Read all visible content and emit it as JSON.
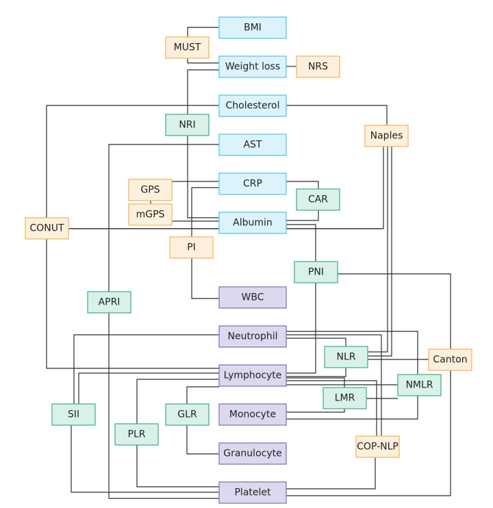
{
  "palette": {
    "raw_indicator": {
      "fill": "#ddf3fb",
      "stroke": "#5bc6e8"
    },
    "blood_cell": {
      "fill": "#dcd9ee",
      "stroke": "#8277b8"
    },
    "nutritional_score": {
      "fill": "#fdf0dc",
      "stroke": "#efb866"
    },
    "ratio_index": {
      "fill": "#daf1e9",
      "stroke": "#45b38f"
    },
    "line": "#2b2b2b"
  },
  "nodes": [
    {
      "id": "bmi",
      "label": "BMI",
      "kind": "raw_indicator"
    },
    {
      "id": "must",
      "label": "MUST",
      "kind": "nutritional_score"
    },
    {
      "id": "weight-loss",
      "label": "Weight loss",
      "kind": "raw_indicator"
    },
    {
      "id": "nrs",
      "label": "NRS",
      "kind": "nutritional_score"
    },
    {
      "id": "cholesterol",
      "label": "Cholesterol",
      "kind": "raw_indicator"
    },
    {
      "id": "nri",
      "label": "NRI",
      "kind": "ratio_index"
    },
    {
      "id": "naples",
      "label": "Naples",
      "kind": "nutritional_score"
    },
    {
      "id": "ast",
      "label": "AST",
      "kind": "raw_indicator"
    },
    {
      "id": "gps",
      "label": "GPS",
      "kind": "nutritional_score"
    },
    {
      "id": "crp",
      "label": "CRP",
      "kind": "raw_indicator"
    },
    {
      "id": "car",
      "label": "CAR",
      "kind": "ratio_index"
    },
    {
      "id": "mgps",
      "label": "mGPS",
      "kind": "nutritional_score"
    },
    {
      "id": "conut",
      "label": "CONUT",
      "kind": "nutritional_score"
    },
    {
      "id": "albumin",
      "label": "Albumin",
      "kind": "raw_indicator"
    },
    {
      "id": "pi",
      "label": "PI",
      "kind": "nutritional_score"
    },
    {
      "id": "pni",
      "label": "PNI",
      "kind": "ratio_index"
    },
    {
      "id": "apri",
      "label": "APRI",
      "kind": "ratio_index"
    },
    {
      "id": "wbc",
      "label": "WBC",
      "kind": "blood_cell"
    },
    {
      "id": "neutrophil",
      "label": "Neutrophil",
      "kind": "blood_cell"
    },
    {
      "id": "nlr",
      "label": "NLR",
      "kind": "ratio_index"
    },
    {
      "id": "canton",
      "label": "Canton",
      "kind": "nutritional_score"
    },
    {
      "id": "lymphocyte",
      "label": "Lymphocyte",
      "kind": "blood_cell"
    },
    {
      "id": "nmlr",
      "label": "NMLR",
      "kind": "ratio_index"
    },
    {
      "id": "lmr",
      "label": "LMR",
      "kind": "ratio_index"
    },
    {
      "id": "sii",
      "label": "SII",
      "kind": "ratio_index"
    },
    {
      "id": "glr",
      "label": "GLR",
      "kind": "ratio_index"
    },
    {
      "id": "monocyte",
      "label": "Monocyte",
      "kind": "blood_cell"
    },
    {
      "id": "plr",
      "label": "PLR",
      "kind": "ratio_index"
    },
    {
      "id": "cop-nlp",
      "label": "COP-NLP",
      "kind": "nutritional_score"
    },
    {
      "id": "granulocyte",
      "label": "Granulocyte",
      "kind": "blood_cell"
    },
    {
      "id": "platelet",
      "label": "Platelet",
      "kind": "blood_cell"
    }
  ]
}
